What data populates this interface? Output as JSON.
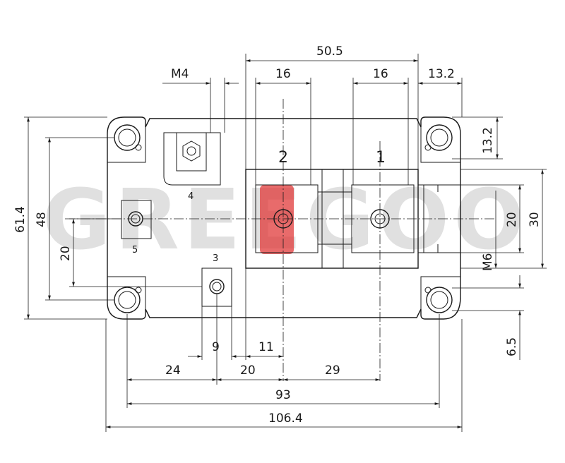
{
  "watermark": {
    "text": "GREEGOO",
    "accent_color": "#e03a3a"
  },
  "dimensions": {
    "overall_width": "106.4",
    "mount_hole_spacing": "93",
    "terminal_span": "50.5",
    "terminal_width_left": "16",
    "terminal_width_right": "16",
    "right_offset": "13.2",
    "top_offset_vertical": "13.2",
    "overall_height": "61.4",
    "hole_vertical_spacing": "48",
    "aux_vertical": "20",
    "terminal_height_inner": "20",
    "terminal_height_outer": "30",
    "thread_main": "M6",
    "thread_aux": "M4",
    "bottom_offset": "6.5",
    "dim_24": "24",
    "dim_9": "9",
    "dim_11": "11",
    "dim_20_bottom": "20",
    "dim_29": "29"
  },
  "pins": {
    "pin1": "1",
    "pin2": "2",
    "pin3": "3",
    "pin4": "4",
    "pin5": "5"
  }
}
